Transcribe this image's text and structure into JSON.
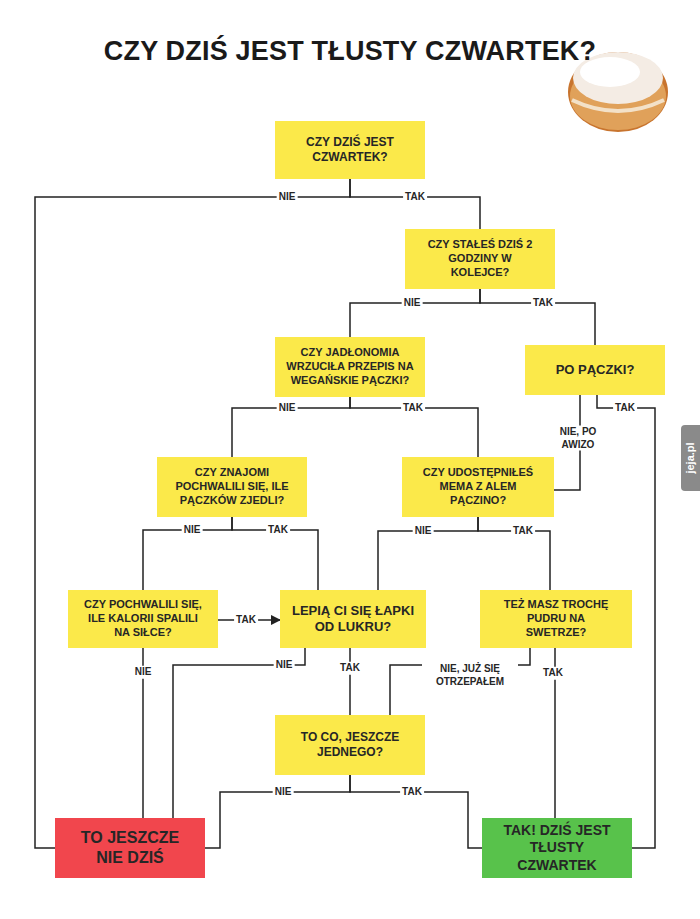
{
  "diagram": {
    "title": "CZY DZIŚ JEST TŁUSTY CZWARTEK?",
    "nodes": [
      {
        "text": [
          "CZY DZIŚ JEST CZWARTEK?"
        ]
      },
      {
        "text": [
          "CZY STAŁEŚ DZIŚ 2 GODZINY W KOLEJCE?"
        ]
      },
      {
        "text": [
          "CZY JADŁONOMIA WRZUCIŁA PRZEPIS NA WEGAŃSKIE PĄCZKI?"
        ]
      },
      {
        "text": [
          "PO PĄCZKI?"
        ]
      },
      {
        "text": [
          "CZY ZNAJOMI POCHWALILI SIĘ, ILE PĄCZKÓW ZJEDLI?"
        ]
      },
      {
        "text": [
          "CZY UDOSTĘPNIŁEŚ MEMA Z ALEM PĄCZINO?"
        ]
      },
      {
        "text": [
          "CZY POCHWALILI SIĘ, ILE KALORII SPALILI NA SIŁCE?"
        ]
      },
      {
        "text": [
          "LEPIĄ CI SIĘ ŁAPKI OD LUKRU?"
        ]
      },
      {
        "text": [
          "TEŻ MASZ TROCHĘ PUDRU NA SWETRZE?"
        ]
      },
      {
        "text": [
          "TO CO, JESZCZE JEDNEGO?"
        ]
      },
      {
        "text": [
          "TO JESZCZE NIE DZIŚ"
        ]
      },
      {
        "text": [
          "TAK! DZIŚ JEST TŁUSTY CZWARTEK"
        ]
      }
    ],
    "edges": [
      {
        "from": 0,
        "to": 10,
        "label": "NIE",
        "arrow": "none"
      },
      {
        "from": 0,
        "to": 1,
        "label": "TAK",
        "arrow": "none"
      },
      {
        "from": 1,
        "to": 2,
        "label": "NIE",
        "arrow": "none"
      },
      {
        "from": 1,
        "to": 3,
        "label": "TAK",
        "arrow": "none"
      },
      {
        "from": 3,
        "to": 5,
        "label": "NIE, PO AWIZO",
        "arrow": "none"
      },
      {
        "from": 3,
        "to": 11,
        "label": "TAK",
        "arrow": "none"
      },
      {
        "from": 2,
        "to": 4,
        "label": "NIE",
        "arrow": "none"
      },
      {
        "from": 2,
        "to": 5,
        "label": "TAK",
        "arrow": "none"
      },
      {
        "from": 4,
        "to": 6,
        "label": "NIE",
        "arrow": "none"
      },
      {
        "from": 4,
        "to": 7,
        "label": "TAK",
        "arrow": "none"
      },
      {
        "from": 5,
        "to": 7,
        "label": "NIE",
        "arrow": "none"
      },
      {
        "from": 5,
        "to": 8,
        "label": "TAK",
        "arrow": "none"
      },
      {
        "from": 6,
        "to": 7,
        "label": "TAK",
        "arrow": "to"
      },
      {
        "from": 6,
        "to": 10,
        "label": "NIE",
        "arrow": "none"
      },
      {
        "from": 7,
        "to": 10,
        "label": "NIE",
        "arrow": "none"
      },
      {
        "from": 7,
        "to": 9,
        "label": "TAK",
        "arrow": "none"
      },
      {
        "from": 8,
        "to": 9,
        "label": "NIE, JUŻ SIĘ OTRZEPAŁEM",
        "arrow": "none"
      },
      {
        "from": 8,
        "to": 11,
        "label": "TAK",
        "arrow": "none"
      },
      {
        "from": 9,
        "to": 10,
        "label": "NIE",
        "arrow": "none"
      },
      {
        "from": 9,
        "to": 11,
        "label": "TAK",
        "arrow": "none"
      }
    ],
    "labels": [
      "jeja.pl"
    ]
  }
}
